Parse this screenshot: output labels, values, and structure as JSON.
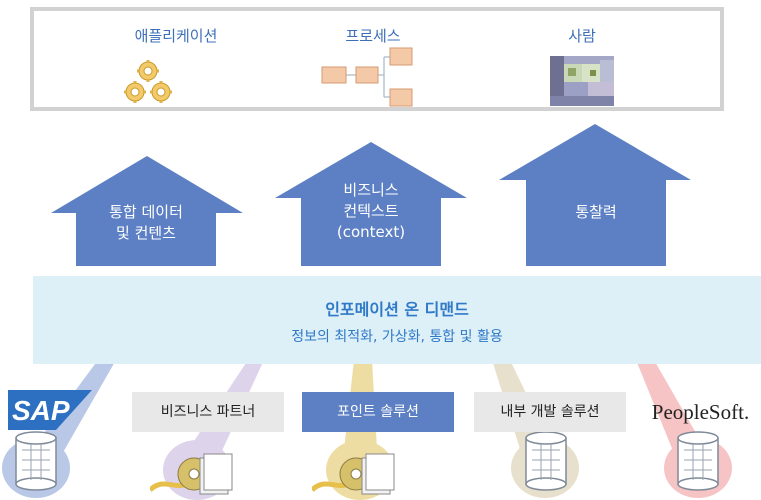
{
  "top": {
    "applications": "애플리케이션",
    "process": "프로세스",
    "people": "사람"
  },
  "arrows": {
    "a1_line1": "통합 데이터",
    "a1_line2": "및 컨텐츠",
    "a2_line1": "비즈니스",
    "a2_line2": "컨텍스트",
    "a2_line3": "(context)",
    "a3": "통찰력"
  },
  "banner": {
    "title": "인포메이션 온 디맨드",
    "subtitle": "정보의 최적화, 가상화, 통합 및 활용"
  },
  "sources": {
    "sap": "SAP",
    "business_partner": "비즈니스 파트너",
    "point_solution": "포인트 솔루션",
    "internal_solution": "내부 개발 솔루션",
    "peoplesoft": "PeopleSoft."
  },
  "colors": {
    "arrow_blue": "#5d80c4",
    "banner_bg": "#ddf0f8",
    "title_blue": "#2f79c7",
    "beam_blue": "#b9c8e6",
    "beam_purple": "#ddd3ea",
    "beam_yellow": "#eedda2",
    "beam_beige": "#e7e0cc",
    "beam_pink": "#f6c4c4"
  }
}
